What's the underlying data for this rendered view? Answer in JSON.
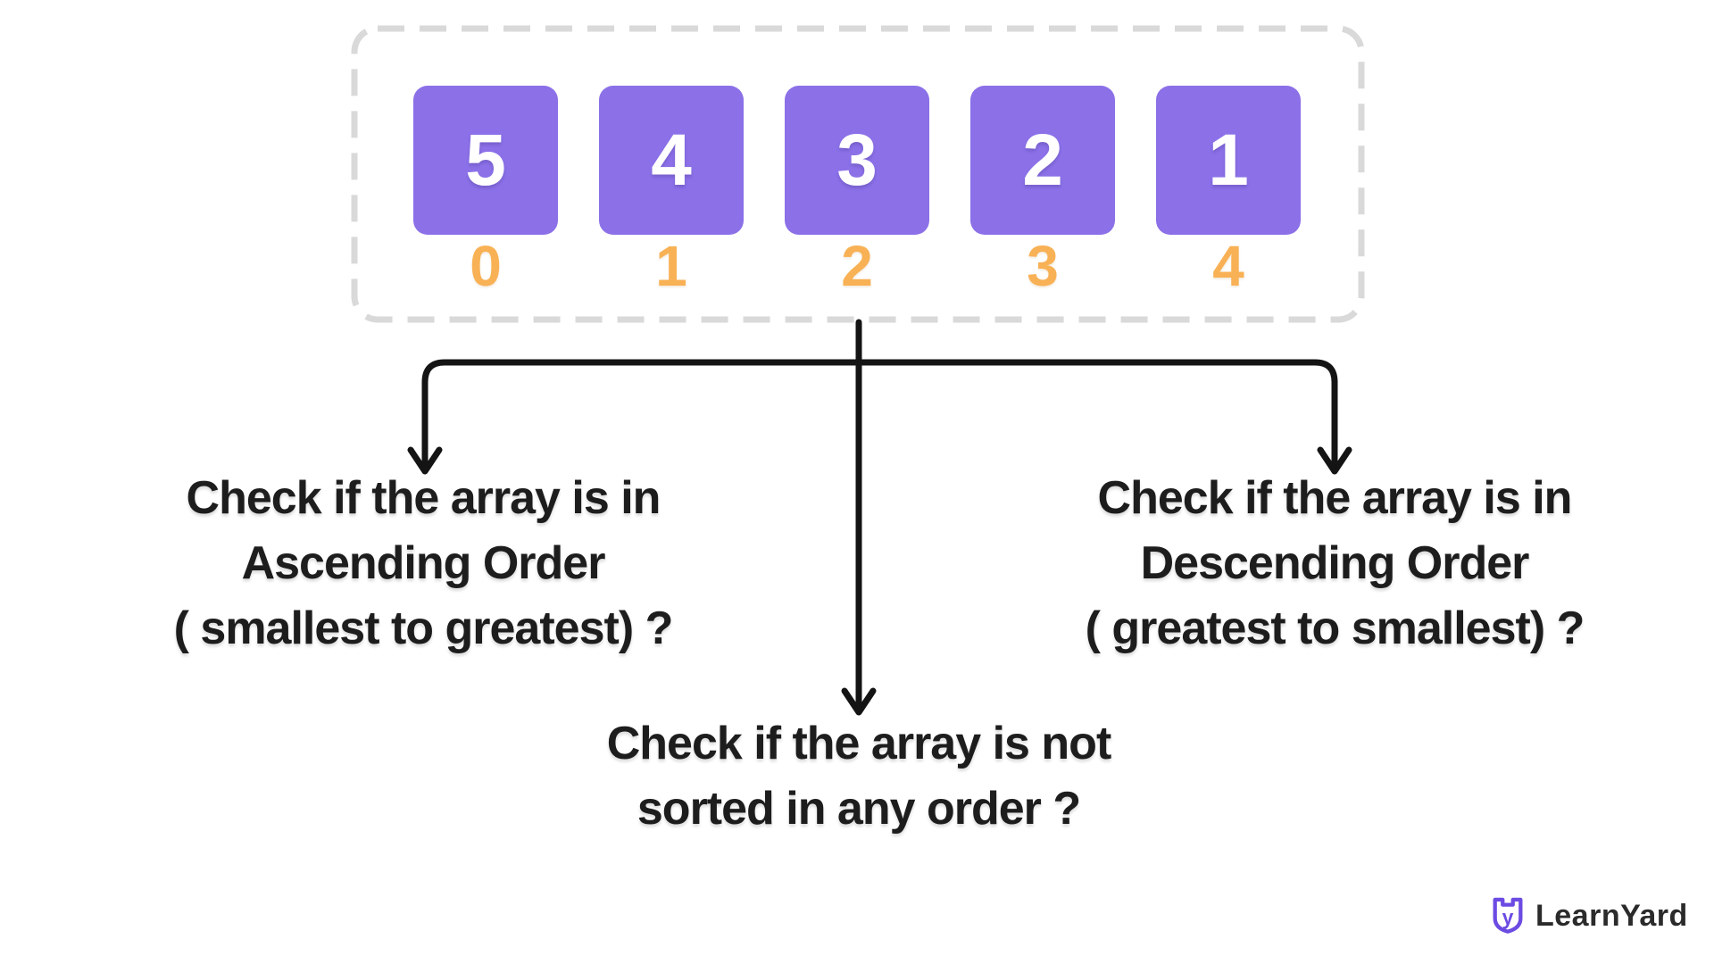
{
  "colors": {
    "bg": "#FFFFFF",
    "cell_purple": "#8B70E8",
    "cell_text": "#FFFFFF",
    "index_orange": "#F8B155",
    "dash_gray": "#D9D9D9",
    "arrow_black": "#141414",
    "label_dark": "#1D1D1D",
    "logo_purple": "#6C4BE3",
    "logo_text_dark": "#2B2B2B"
  },
  "array": {
    "cells": [
      {
        "value": "5",
        "index": "0"
      },
      {
        "value": "4",
        "index": "1"
      },
      {
        "value": "3",
        "index": "2"
      },
      {
        "value": "2",
        "index": "3"
      },
      {
        "value": "1",
        "index": "4"
      }
    ]
  },
  "branches": {
    "left": {
      "lines": [
        "Check if the array is in",
        "Ascending Order",
        "( smallest to greatest) ?"
      ]
    },
    "right": {
      "lines": [
        "Check if the array is in",
        "Descending Order",
        "( greatest to smallest) ?"
      ]
    },
    "center": {
      "lines": [
        "Check if the array is not",
        "sorted in any order ?"
      ]
    }
  },
  "logo": {
    "name": "LearnYard"
  }
}
